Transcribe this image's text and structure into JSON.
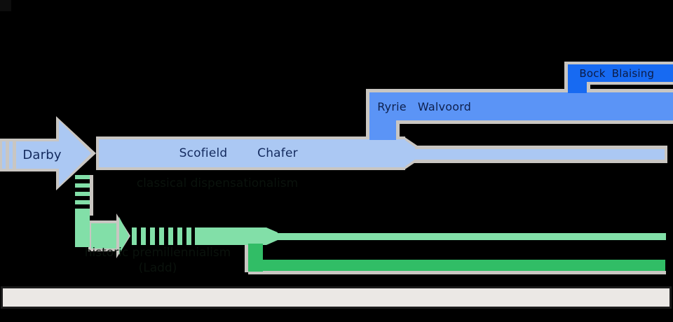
{
  "diagram": {
    "type": "timeline-flow-diagram",
    "background": "#000000",
    "colors": {
      "background": "#000000",
      "light_blue": "#abc8f3",
      "medium_blue": "#5b94f6",
      "bright_blue": "#176af2",
      "outline_gray": "#c9c6c2",
      "light_green": "#82dfa8",
      "dark_green": "#31bd66",
      "label_navy": "#132a5e",
      "timeline_bar_fill": "#ebe8e5",
      "faint_caption": "#0a120c"
    },
    "blue_stream": {
      "darby_label": "Darby",
      "scofield_label": "Scofield",
      "chafer_label": "Chafer",
      "ryrie_label": "Ryrie",
      "walvoord_label": "Walvoord",
      "bock_label": "Bock",
      "blaising_label": "Blaising"
    },
    "faint_captions": {
      "under_classical_band": "classical dispensationalism",
      "green_stream_line1": "historic premillennialism",
      "green_stream_line2": "(Ladd)"
    }
  }
}
